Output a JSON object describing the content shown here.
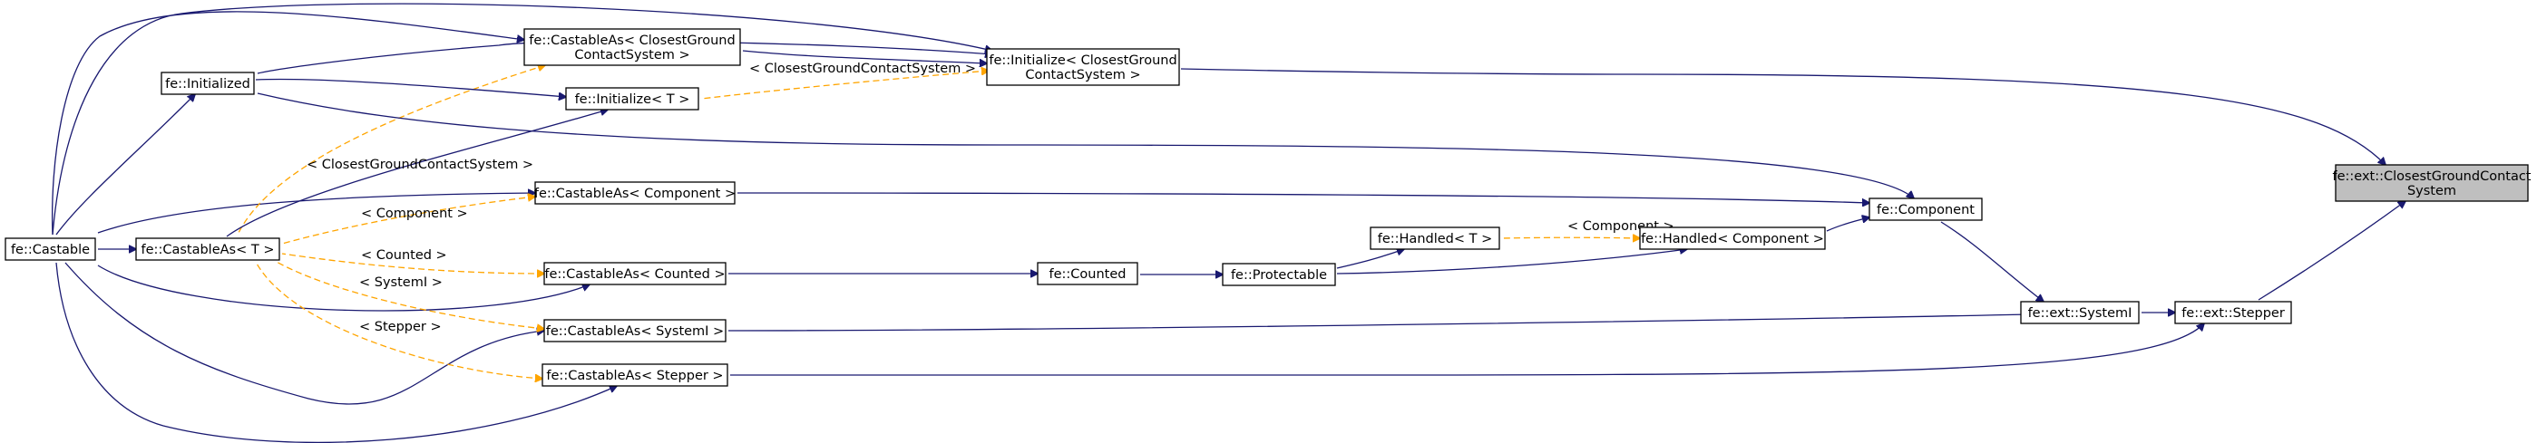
{
  "colors": {
    "inheritance": "#191970",
    "template": "#ffa500",
    "highlight_fill": "#bfbfbf"
  },
  "nodes": [
    {
      "id": "castable",
      "label": [
        "fe::Castable"
      ]
    },
    {
      "id": "castableAsT",
      "label": [
        "fe::CastableAs< T >"
      ]
    },
    {
      "id": "initialized",
      "label": [
        "fe::Initialized"
      ]
    },
    {
      "id": "initializeT",
      "label": [
        "fe::Initialize< T >"
      ]
    },
    {
      "id": "castableAsCGCS",
      "label": [
        "fe::CastableAs< ClosestGround",
        "ContactSystem >"
      ]
    },
    {
      "id": "initializeCGCS",
      "label": [
        "fe::Initialize< ClosestGround",
        "ContactSystem >"
      ]
    },
    {
      "id": "castableAsComponent",
      "label": [
        "fe::CastableAs< Component >"
      ]
    },
    {
      "id": "castableAsCounted",
      "label": [
        "fe::CastableAs< Counted >"
      ]
    },
    {
      "id": "castableAsSystemI",
      "label": [
        "fe::CastableAs< SystemI >"
      ]
    },
    {
      "id": "castableAsStepper",
      "label": [
        "fe::CastableAs< Stepper >"
      ]
    },
    {
      "id": "counted",
      "label": [
        "fe::Counted"
      ]
    },
    {
      "id": "protectable",
      "label": [
        "fe::Protectable"
      ]
    },
    {
      "id": "handledT",
      "label": [
        "fe::Handled< T >"
      ]
    },
    {
      "id": "handledComponent",
      "label": [
        "fe::Handled< Component >"
      ]
    },
    {
      "id": "component",
      "label": [
        "fe::Component"
      ]
    },
    {
      "id": "systemI",
      "label": [
        "fe::ext::SystemI"
      ]
    },
    {
      "id": "stepper",
      "label": [
        "fe::ext::Stepper"
      ]
    },
    {
      "id": "cgcs",
      "label": [
        "fe::ext::ClosestGroundContact",
        "System"
      ],
      "highlight": true
    }
  ],
  "edges": [
    {
      "id": "e1",
      "from": "castableAsT",
      "to": "castable",
      "kind": "inheritance"
    },
    {
      "id": "e2",
      "from": "initialized",
      "to": "castable",
      "kind": "inheritance"
    },
    {
      "id": "e3",
      "from": "castableAsCGCS",
      "to": "castable",
      "kind": "inheritance"
    },
    {
      "id": "e4",
      "from": "initializeCGCS",
      "to": "castable",
      "kind": "inheritance"
    },
    {
      "id": "e5",
      "from": "castableAsComponent",
      "to": "castable",
      "kind": "inheritance"
    },
    {
      "id": "e6",
      "from": "castableAsCounted",
      "to": "castable",
      "kind": "inheritance"
    },
    {
      "id": "e7",
      "from": "castableAsSystemI",
      "to": "castable",
      "kind": "inheritance"
    },
    {
      "id": "e8",
      "from": "castableAsStepper",
      "to": "castable",
      "kind": "inheritance"
    },
    {
      "id": "e9",
      "from": "castableAsT",
      "to": "castableAsCGCS",
      "kind": "template",
      "label": "< ClosestGroundContactSystem >"
    },
    {
      "id": "e10",
      "from": "castableAsT",
      "to": "castableAsComponent",
      "kind": "template",
      "label": "< Component >"
    },
    {
      "id": "e11",
      "from": "castableAsT",
      "to": "castableAsCounted",
      "kind": "template",
      "label": "< Counted >"
    },
    {
      "id": "e12",
      "from": "castableAsT",
      "to": "castableAsSystemI",
      "kind": "template",
      "label": "< SystemI >"
    },
    {
      "id": "e13",
      "from": "castableAsT",
      "to": "castableAsStepper",
      "kind": "template",
      "label": "< Stepper >"
    },
    {
      "id": "e14",
      "from": "castableAsT",
      "to": "initializeT",
      "kind": "inheritance"
    },
    {
      "id": "e15",
      "from": "initialized",
      "to": "initializeT",
      "kind": "inheritance"
    },
    {
      "id": "e16",
      "from": "initialized",
      "to": "initializeCGCS",
      "kind": "inheritance"
    },
    {
      "id": "e17",
      "from": "initialized",
      "to": "component",
      "kind": "inheritance"
    },
    {
      "id": "e18",
      "from": "initializeT",
      "to": "initializeCGCS",
      "kind": "template",
      "label": "< ClosestGroundContactSystem >"
    },
    {
      "id": "e19",
      "from": "castableAsCGCS",
      "to": "initializeCGCS",
      "kind": "inheritance"
    },
    {
      "id": "e20",
      "from": "initializeCGCS",
      "to": "cgcs",
      "kind": "inheritance"
    },
    {
      "id": "e21",
      "from": "castableAsComponent",
      "to": "component",
      "kind": "inheritance"
    },
    {
      "id": "e22",
      "from": "castableAsCounted",
      "to": "counted",
      "kind": "inheritance"
    },
    {
      "id": "e23",
      "from": "counted",
      "to": "protectable",
      "kind": "inheritance"
    },
    {
      "id": "e24",
      "from": "protectable",
      "to": "handledT",
      "kind": "inheritance"
    },
    {
      "id": "e25",
      "from": "protectable",
      "to": "handledComponent",
      "kind": "inheritance"
    },
    {
      "id": "e26",
      "from": "handledT",
      "to": "handledComponent",
      "kind": "template",
      "label": "< Component >"
    },
    {
      "id": "e27",
      "from": "handledComponent",
      "to": "component",
      "kind": "inheritance"
    },
    {
      "id": "e28",
      "from": "component",
      "to": "systemI",
      "kind": "inheritance"
    },
    {
      "id": "e29",
      "from": "castableAsSystemI",
      "to": "systemI",
      "kind": "inheritance"
    },
    {
      "id": "e30",
      "from": "systemI",
      "to": "stepper",
      "kind": "inheritance"
    },
    {
      "id": "e31",
      "from": "castableAsStepper",
      "to": "stepper",
      "kind": "inheritance"
    },
    {
      "id": "e32",
      "from": "stepper",
      "to": "cgcs",
      "kind": "inheritance"
    }
  ]
}
